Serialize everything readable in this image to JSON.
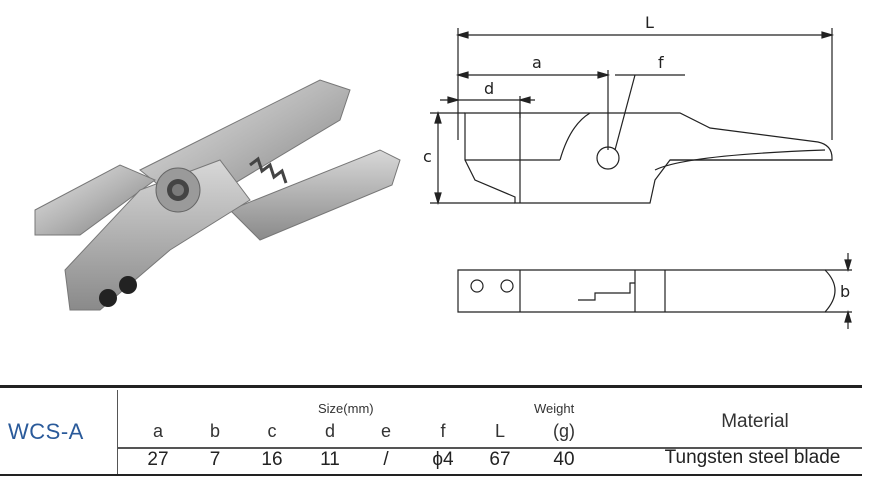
{
  "drawing": {
    "dims": {
      "L": "L",
      "a": "a",
      "f": "f",
      "d": "d",
      "c": "c",
      "b": "b"
    }
  },
  "table": {
    "model": "WCS-A",
    "size_title": "Size(mm)",
    "weight_title": "Weight",
    "headers": [
      "a",
      "b",
      "c",
      "d",
      "e",
      "f",
      "L",
      "(g)"
    ],
    "values": [
      "27",
      "7",
      "16",
      "11",
      "/",
      "ϕ4",
      "67",
      "40"
    ],
    "material_header": "Material",
    "material_value": "Tungsten steel blade"
  },
  "colors": {
    "model_text": "#2a5a9a",
    "rule": "#222222"
  }
}
